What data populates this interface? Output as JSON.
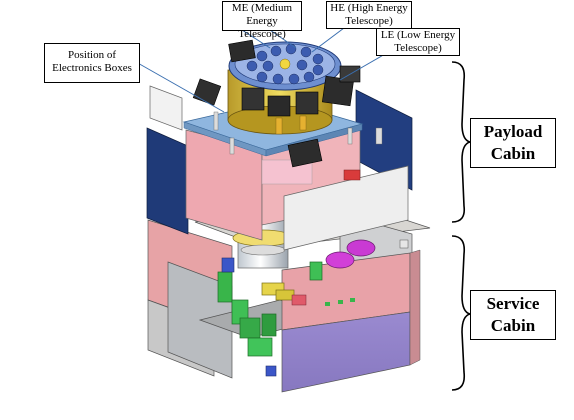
{
  "labels": {
    "electronics_boxes": "Position of Electronics Boxes",
    "me_telescope": "ME (Medium Energy Telescope)",
    "he_telescope": "HE (High Energy Telescope)",
    "le_telescope": "LE (Low Energy Telescope)"
  },
  "cabins": {
    "payload": "Payload Cabin",
    "service": "Service Cabin"
  }
}
